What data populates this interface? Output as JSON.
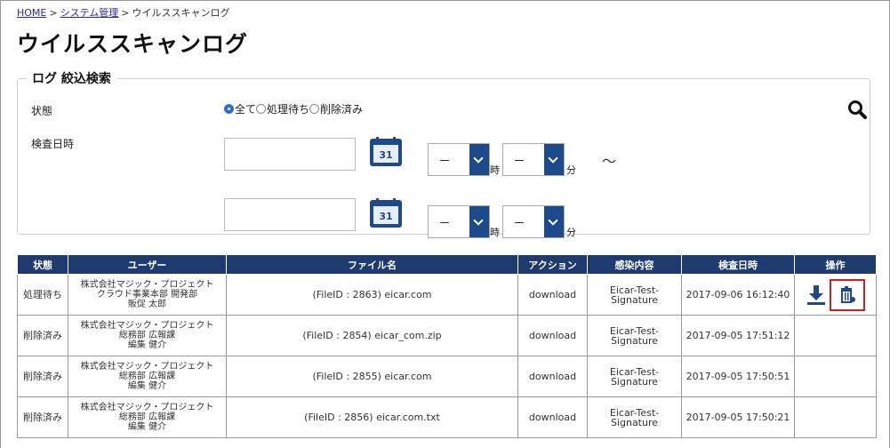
{
  "breadcrumb": {
    "home": "HOME",
    "system": "システム管理",
    "current": "ウイルススキャンログ",
    "separator": ">"
  },
  "page_title": "ウイルススキャンログ",
  "filter": {
    "legend": "ログ 絞込検索",
    "status_label": "状態",
    "status_options": [
      "全て",
      "処理待ち",
      "削除済み"
    ],
    "status_selected": "全て",
    "date_label": "検査日時",
    "from": {
      "date": "",
      "hour": "ー",
      "minute": "ー"
    },
    "to": {
      "date": "",
      "hour": "ー",
      "minute": "ー"
    },
    "hour_unit": "時",
    "minute_unit": "分",
    "range_sep": "〜",
    "calendar_day": "31"
  },
  "table": {
    "headers": [
      "状態",
      "ユーザー",
      "ファイル名",
      "アクション",
      "感染内容",
      "検査日時",
      "操作"
    ],
    "rows": [
      {
        "status": "処理待ち",
        "user": [
          "株式会社マジック・プロジェクト",
          "クラウド事業本部 開発部",
          "販促 太郎"
        ],
        "file": "(FileID : 2863) eicar.com",
        "action": "download",
        "infection": "Eicar-Test-Signature",
        "datetime": "2017-09-06 16:12:40"
      },
      {
        "status": "削除済み",
        "user": [
          "株式会社マジック・プロジェクト",
          "総務部 広報課",
          "編集 健介"
        ],
        "file": "(FileID : 2854) eicar_com.zip",
        "action": "download",
        "infection": "Eicar-Test-Signature",
        "datetime": "2017-09-05 17:51:12"
      },
      {
        "status": "削除済み",
        "user": [
          "株式会社マジック・プロジェクト",
          "総務部 広報課",
          "編集 健介"
        ],
        "file": "(FileID : 2855) eicar.com",
        "action": "download",
        "infection": "Eicar-Test-Signature",
        "datetime": "2017-09-05 17:50:51"
      },
      {
        "status": "削除済み",
        "user": [
          "株式会社マジック・プロジェクト",
          "総務部 広報課",
          "編集 健介"
        ],
        "file": "(FileID : 2856) eicar.com.txt",
        "action": "download",
        "infection": "Eicar-Test-Signature",
        "datetime": "2017-09-05 17:50:21"
      }
    ]
  },
  "colors": {
    "header_bg": "#1e3a6e",
    "accent": "#1d4a8a",
    "pending": "#d0201c",
    "highlight": "#d0201c"
  },
  "icons": {
    "search": "search-icon",
    "calendar": "calendar-icon",
    "download": "download-icon",
    "delete": "trash-icon"
  }
}
